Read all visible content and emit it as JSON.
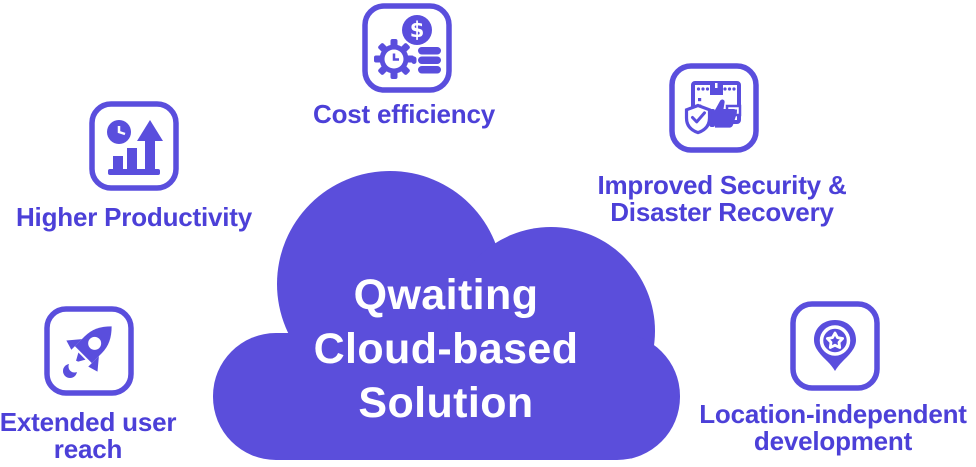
{
  "cloud": {
    "title": "Qwaiting Cloud-based Solution"
  },
  "features": [
    {
      "id": "cost-efficiency",
      "label": "Cost efficiency",
      "icon": "dollar-gear-coins-icon"
    },
    {
      "id": "higher-productivity",
      "label": "Higher Productivity",
      "icon": "growth-chart-clock-icon"
    },
    {
      "id": "improved-security-disaster-recovery",
      "label": "Improved Security & Disaster Recovery",
      "icon": "server-shield-thumbs-up-icon"
    },
    {
      "id": "location-independent-development",
      "label": "Location-independent development",
      "icon": "map-pin-star-icon"
    },
    {
      "id": "extended-user-reach",
      "label": "Extended user reach",
      "icon": "rocket-icon"
    }
  ],
  "colors": {
    "background": "#ffffff",
    "cloud_fill": "#5b4edb",
    "title_text": "#ffffff",
    "label_text": "#4c40d8",
    "icon_accent": "#5a4edd"
  }
}
